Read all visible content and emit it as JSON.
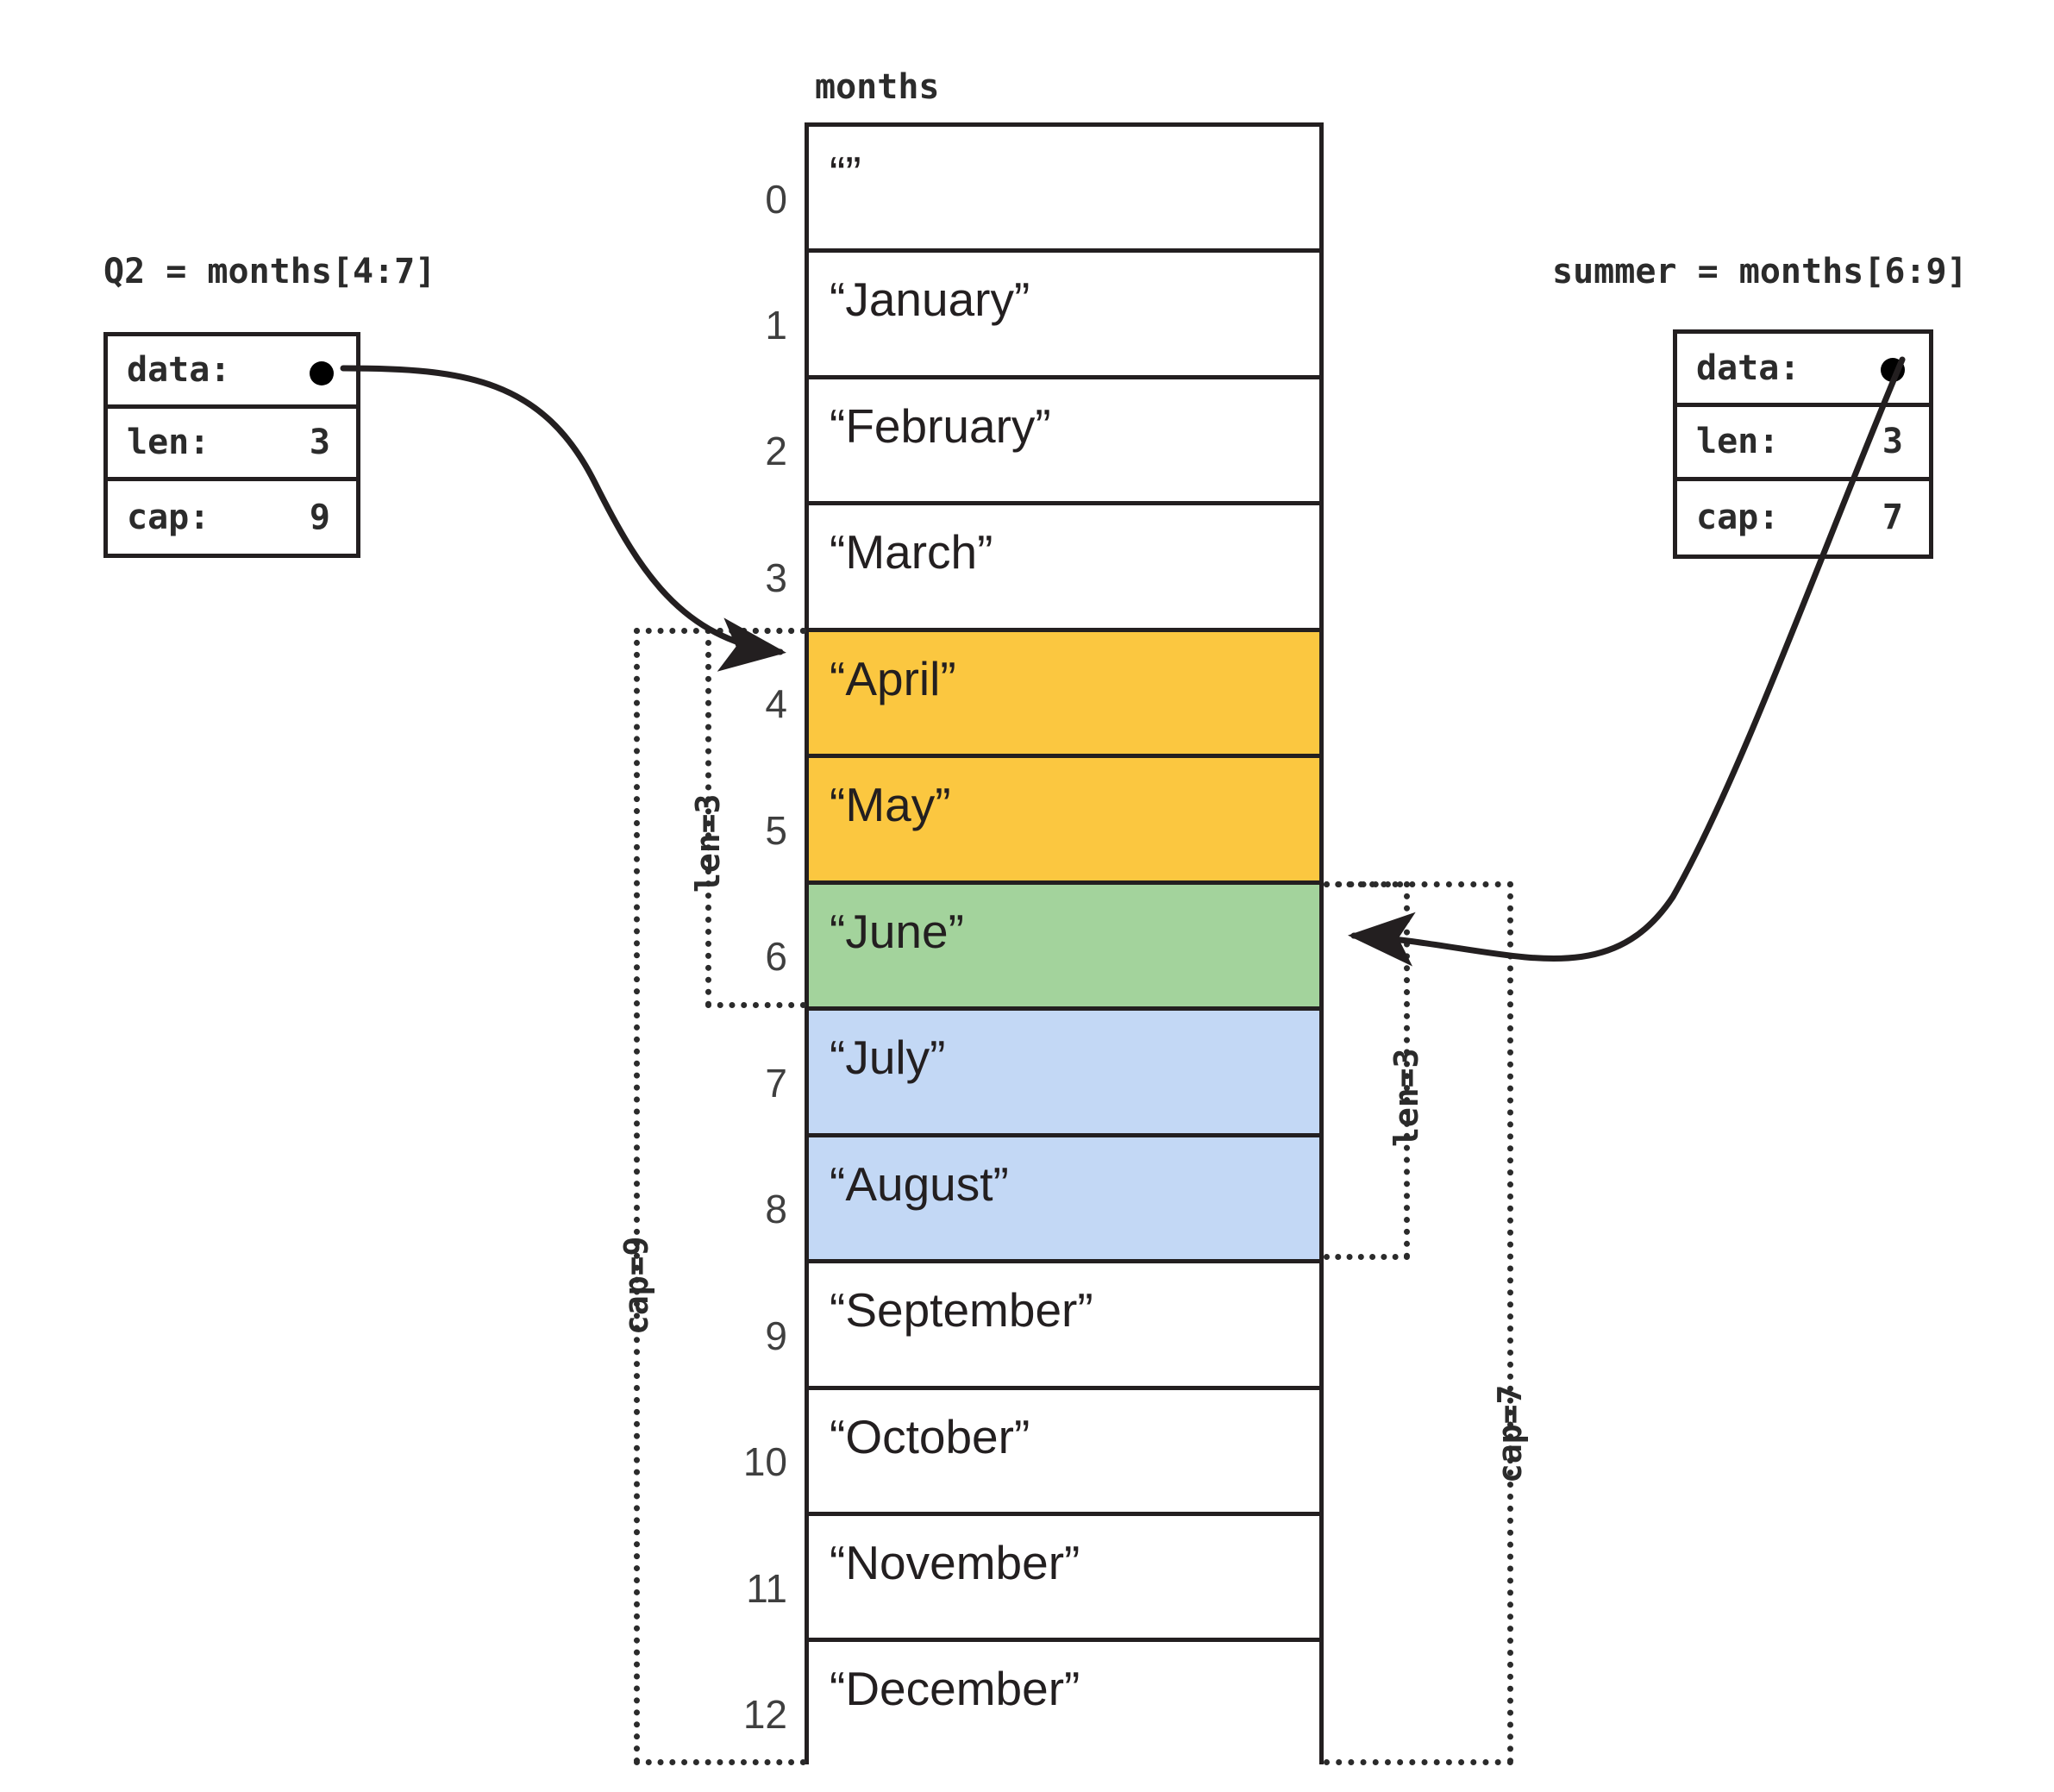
{
  "diagram": {
    "array": {
      "name": "months",
      "cells": [
        {
          "index": "0",
          "value": "“”",
          "fill": "white"
        },
        {
          "index": "1",
          "value": "“January”",
          "fill": "white"
        },
        {
          "index": "2",
          "value": "“February”",
          "fill": "white"
        },
        {
          "index": "3",
          "value": "“March”",
          "fill": "white"
        },
        {
          "index": "4",
          "value": "“April”",
          "fill": "yellow"
        },
        {
          "index": "5",
          "value": "“May”",
          "fill": "yellow"
        },
        {
          "index": "6",
          "value": "“June”",
          "fill": "green"
        },
        {
          "index": "7",
          "value": "“July”",
          "fill": "blue"
        },
        {
          "index": "8",
          "value": "“August”",
          "fill": "blue"
        },
        {
          "index": "9",
          "value": "“September”",
          "fill": "white"
        },
        {
          "index": "10",
          "value": "“October”",
          "fill": "white"
        },
        {
          "index": "11",
          "value": "“November”",
          "fill": "white"
        },
        {
          "index": "12",
          "value": "“December”",
          "fill": "white"
        }
      ]
    },
    "slices": [
      {
        "id": "q2",
        "caption": "Q2 = months[4:7]",
        "fields": [
          {
            "key": "data:",
            "value": ""
          },
          {
            "key": "len:",
            "value": "3"
          },
          {
            "key": "cap:",
            "value": "9"
          }
        ],
        "len_label": "len=3",
        "cap_label": "cap=9"
      },
      {
        "id": "summer",
        "caption": "summer = months[6:9]",
        "fields": [
          {
            "key": "data:",
            "value": ""
          },
          {
            "key": "len:",
            "value": "3"
          },
          {
            "key": "cap:",
            "value": "7"
          }
        ],
        "len_label": "len=3",
        "cap_label": "cap=7"
      }
    ],
    "colors": {
      "yellow": "#FBC740",
      "green": "#A3D39C",
      "blue": "#C3D8F5",
      "stroke": "#231f20",
      "background": "#ffffff"
    }
  }
}
